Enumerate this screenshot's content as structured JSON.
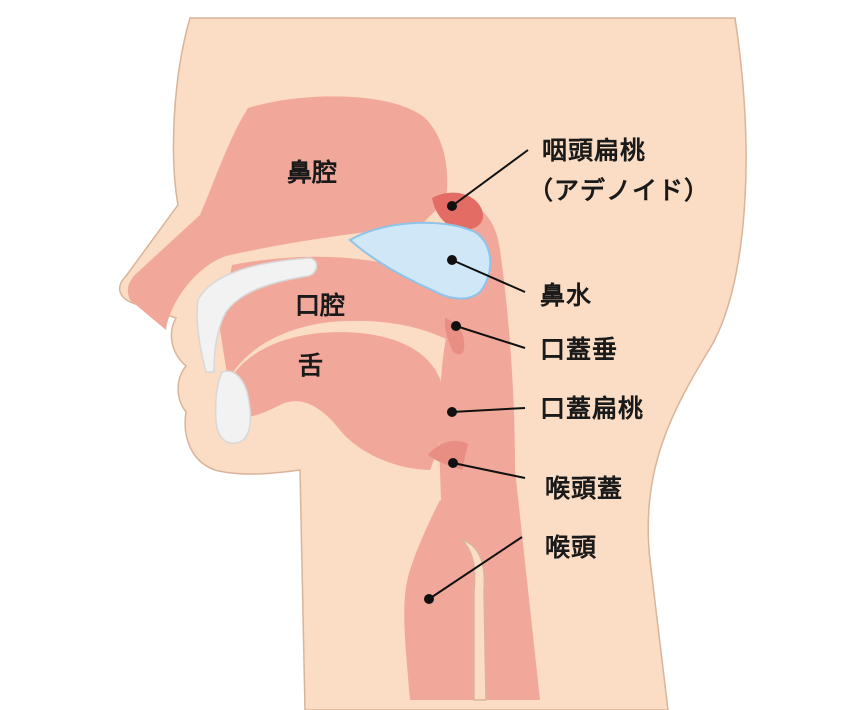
{
  "colors": {
    "skin": "#fbdcc4",
    "skin_outline": "#d9b49a",
    "tissue": "#f1a89b",
    "tissue_dark": "#e88e82",
    "adenoid": "#e36d64",
    "mucus_fill": "#cfe7f7",
    "mucus_stroke": "#8ec3ea",
    "teeth": "#f2f2f2",
    "teeth_stroke": "#d8d8d8",
    "leader": "#111111"
  },
  "labels_inside": {
    "nasal_cavity": "鼻腔",
    "oral_cavity": "口腔",
    "tongue": "舌"
  },
  "callouts": {
    "adenoid_line1": "咽頭扁桃",
    "adenoid_line2": "（アデノイド）",
    "nasal_mucus": "鼻水",
    "uvula": "口蓋垂",
    "palatine_tonsil": "口蓋扁桃",
    "epiglottis": "喉頭蓋",
    "larynx": "喉頭"
  }
}
